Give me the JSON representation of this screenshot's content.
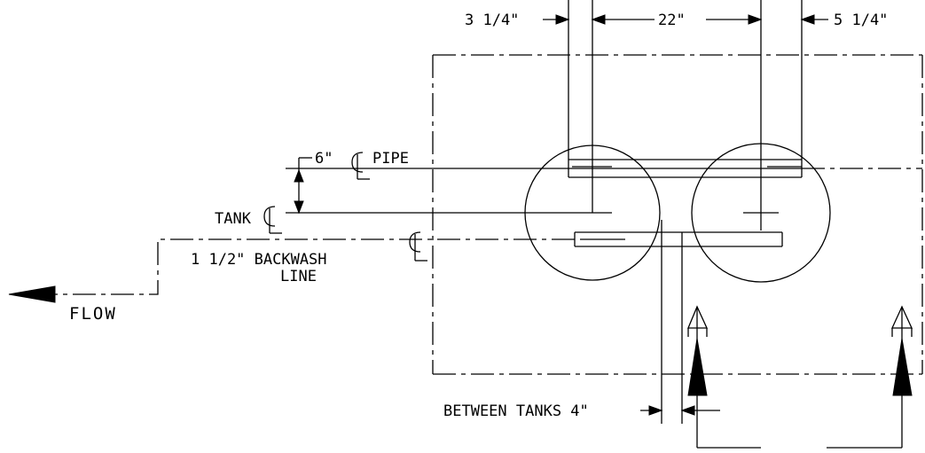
{
  "dimensions": {
    "left_offset": "3 1/4\"",
    "between_pipes": "22\"",
    "right_offset": "5 1/4\"",
    "pipe_offset": "6\"",
    "between_tanks": "BETWEEN TANKS 4\""
  },
  "labels": {
    "pipe_centerline": "PIPE",
    "tank_centerline": "TANK",
    "backwash_line_1": "1 1/2\" BACKWASH",
    "backwash_line_2": "LINE",
    "flow": "FLOW"
  },
  "symbols": {
    "centerline": "centerline-symbol",
    "section_marker": "section-arrow-icon",
    "flow_arrow": "flow-arrow-icon"
  }
}
